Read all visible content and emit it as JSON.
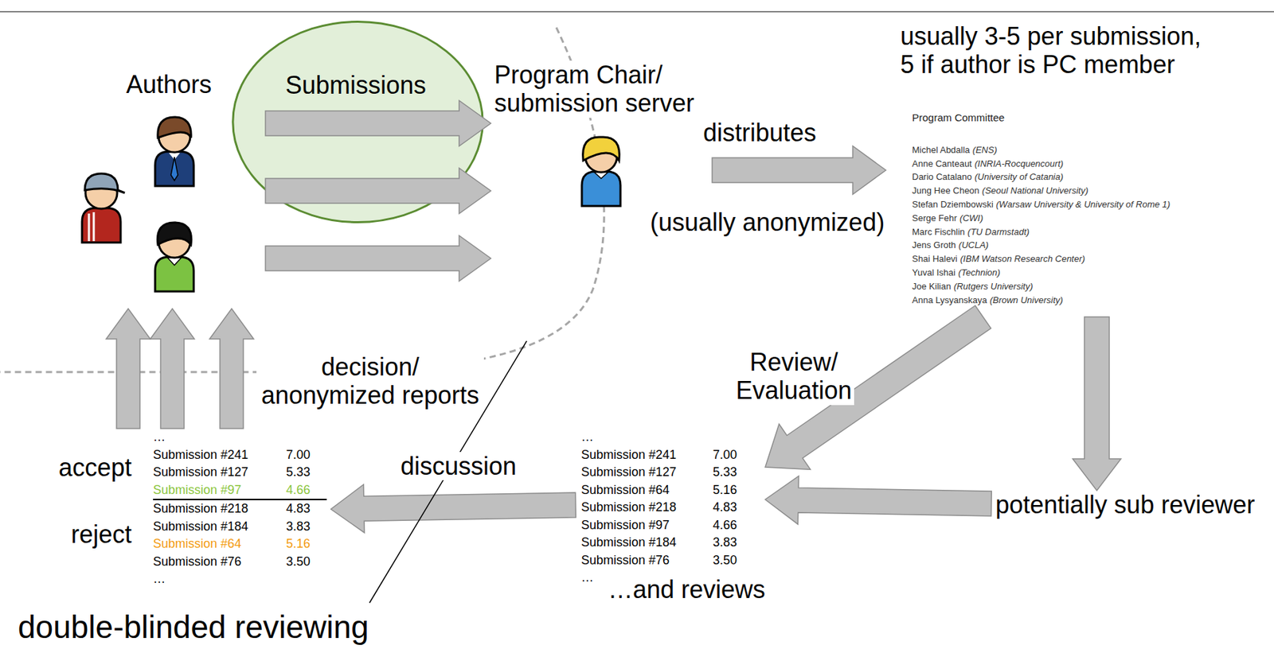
{
  "diagram": {
    "nodes": [
      {
        "text": [
          "Authors"
        ]
      },
      {
        "text": [
          "Submissions"
        ]
      },
      {
        "text": [
          "Program Chair/ submission server"
        ]
      },
      {
        "text": [
          "Program Committee",
          "Michel Abdalla",
          "(ENS)",
          "Anne Canteaut",
          "(INRIA-Rocquencourt)",
          "Dario Catalano",
          "(University of Catania)",
          "Jung Hee Cheon",
          "(Seoul National University)",
          "Stefan Dziembowski",
          "(Warsaw University & University of Rome 1)",
          "Serge Fehr",
          "(CWI)",
          "Marc Fischlin",
          "(TU Darmstadt)",
          "Jens Groth",
          "(UCLA)",
          "Shai Halevi",
          "(IBM Watson Research Center)",
          "Yuval Ishai",
          "(Technion)",
          "Joe Kilian",
          "(Rutgers University)",
          "Anna Lysyanskaya",
          "(Brown University)"
        ]
      },
      {
        "text": [
          "…",
          "Submission #241",
          "7.00",
          "Submission #127",
          "5.33",
          "Submission #64",
          "5.16",
          "Submission #218",
          "4.83",
          "Submission #97",
          "4.66",
          "Submission #184",
          "3.83",
          "Submission #76",
          "3.50",
          "…"
        ]
      },
      {
        "text": [
          "potentially sub reviewer"
        ]
      },
      {
        "text": [
          "…",
          "Submission #241",
          "7.00",
          "Submission #127",
          "5.33",
          "Submission #97",
          "4.66",
          "Submission #218",
          "4.83",
          "Submission #184",
          "3.83",
          "Submission #64",
          "5.16",
          "Submission #76",
          "3.50",
          "…"
        ]
      }
    ],
    "edges": [
      {
        "from": 0,
        "to": 2,
        "arrow": "to"
      },
      {
        "from": 0,
        "to": 2,
        "arrow": "to"
      },
      {
        "from": 0,
        "to": 2,
        "arrow": "to"
      },
      {
        "from": 2,
        "to": 3,
        "label": "distributes",
        "arrow": "to"
      },
      {
        "from": 3,
        "to": 4,
        "label": "Review/ Evaluation",
        "arrow": "to"
      },
      {
        "from": 3,
        "to": 5,
        "arrow": "to"
      },
      {
        "from": 5,
        "to": 4,
        "arrow": "to"
      },
      {
        "from": 4,
        "to": 6,
        "label": "discussion",
        "arrow": "to"
      },
      {
        "from": 6,
        "to": 0,
        "arrow": "to"
      },
      {
        "from": 6,
        "to": 0,
        "arrow": "to"
      },
      {
        "from": 6,
        "to": 0,
        "arrow": "to"
      }
    ],
    "labels": [
      "usually 3-5 per submission, 5 if author is PC member",
      "(usually anonymized)",
      "decision/ anonymized reports",
      "accept",
      "reject",
      "…and reviews",
      "double-blinded reviewing"
    ]
  }
}
